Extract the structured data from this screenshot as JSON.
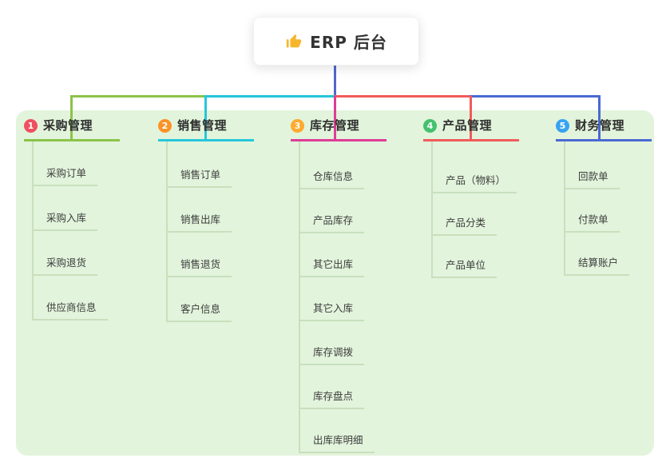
{
  "root": {
    "icon": "thumbs-up-icon",
    "label": "ERP 后台",
    "connector_color": "#5466CC"
  },
  "canvas_bg": "#E2F4DC",
  "item_line_color": "#C8E0BC",
  "branches": [
    {
      "num": "1",
      "label": "采购管理",
      "badge_color": "#EF4F5F",
      "line_color": "#8BC34A",
      "items": [
        "采购订单",
        "采购入库",
        "采购退货",
        "供应商信息"
      ]
    },
    {
      "num": "2",
      "label": "销售管理",
      "badge_color": "#FB9327",
      "line_color": "#26C6DA",
      "items": [
        "销售订单",
        "销售出库",
        "销售退货",
        "客户信息"
      ]
    },
    {
      "num": "3",
      "label": "库存管理",
      "badge_color": "#FDAA2E",
      "line_color": "#DE3D96",
      "items": [
        "仓库信息",
        "产品库存",
        "其它出库",
        "其它入库",
        "库存调拨",
        "库存盘点",
        "出库库明细"
      ]
    },
    {
      "num": "4",
      "label": "产品管理",
      "badge_color": "#45C16E",
      "line_color": "#F15B5B",
      "items": [
        "产品（物料）",
        "产品分类",
        "产品单位"
      ]
    },
    {
      "num": "5",
      "label": "财务管理",
      "badge_color": "#38A3F1",
      "line_color": "#4A69D2",
      "items": [
        "回款单",
        "付款单",
        "结算账户"
      ]
    }
  ]
}
